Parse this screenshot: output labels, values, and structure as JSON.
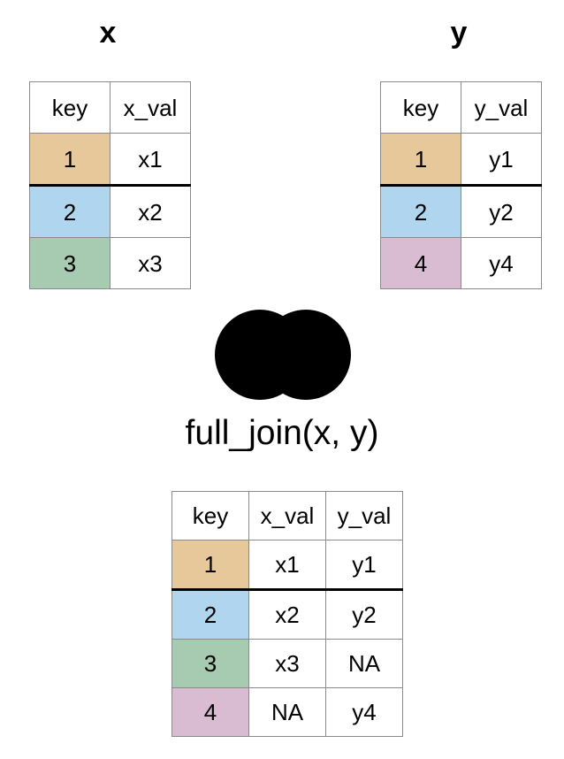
{
  "diagram": {
    "kind": "sql-join-illustration",
    "operation_label": "full_join(x, y)",
    "venn_icon": "two-overlapping-filled-circles-icon",
    "colors": {
      "key_1": "#e7c89a",
      "key_2": "#b0d5ee",
      "key_3": "#a7cbb1",
      "key_4": "#d9bbd2",
      "cell_border": "#8a8a8a",
      "thick_rule": "#000000",
      "venn_fill": "#000000",
      "background": "#ffffff"
    }
  },
  "tables": {
    "x": {
      "title": "x",
      "columns": [
        "key",
        "x_val"
      ],
      "rows": [
        {
          "key": "1",
          "x_val": "x1",
          "key_color": "key_1"
        },
        {
          "key": "2",
          "x_val": "x2",
          "key_color": "key_2"
        },
        {
          "key": "3",
          "x_val": "x3",
          "key_color": "key_3"
        }
      ]
    },
    "y": {
      "title": "y",
      "columns": [
        "key",
        "y_val"
      ],
      "rows": [
        {
          "key": "1",
          "y_val": "y1",
          "key_color": "key_1"
        },
        {
          "key": "2",
          "y_val": "y2",
          "key_color": "key_2"
        },
        {
          "key": "4",
          "y_val": "y4",
          "key_color": "key_4"
        }
      ]
    },
    "result": {
      "columns": [
        "key",
        "x_val",
        "y_val"
      ],
      "rows": [
        {
          "key": "1",
          "x_val": "x1",
          "y_val": "y1",
          "key_color": "key_1"
        },
        {
          "key": "2",
          "x_val": "x2",
          "y_val": "y2",
          "key_color": "key_2"
        },
        {
          "key": "3",
          "x_val": "x3",
          "y_val": "NA",
          "key_color": "key_3"
        },
        {
          "key": "4",
          "x_val": "NA",
          "y_val": "y4",
          "key_color": "key_4"
        }
      ]
    }
  }
}
